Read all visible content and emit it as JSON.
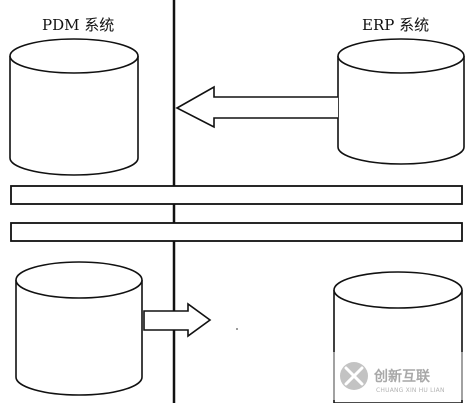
{
  "diagram": {
    "left_system_label": "PDM 系统",
    "right_system_label": "ERP 系统"
  },
  "watermark": {
    "brand_cn": "创新互联",
    "brand_en": "CHUANG XIN HU LIAN"
  },
  "colors": {
    "stroke": "#111111",
    "watermark": "#9a9a9a"
  }
}
